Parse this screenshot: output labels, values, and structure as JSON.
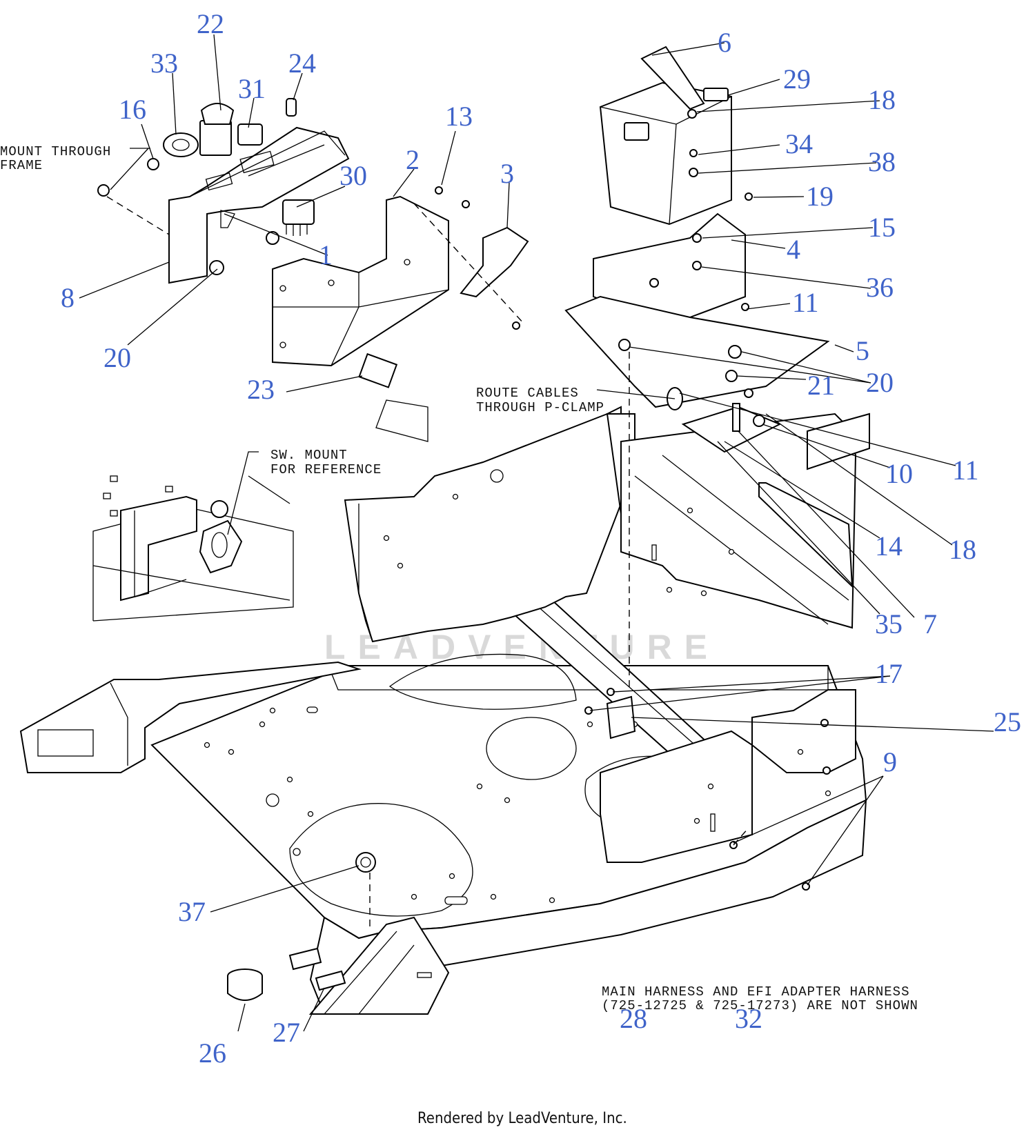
{
  "callouts": [
    {
      "id": "c22",
      "text": "22"
    },
    {
      "id": "c33",
      "text": "33"
    },
    {
      "id": "c24",
      "text": "24"
    },
    {
      "id": "c31",
      "text": "31"
    },
    {
      "id": "c16",
      "text": "16"
    },
    {
      "id": "c30",
      "text": "30"
    },
    {
      "id": "c2",
      "text": "2"
    },
    {
      "id": "c13",
      "text": "13"
    },
    {
      "id": "c3",
      "text": "3"
    },
    {
      "id": "c1",
      "text": "1"
    },
    {
      "id": "c8",
      "text": "8"
    },
    {
      "id": "c20a",
      "text": "20"
    },
    {
      "id": "c23",
      "text": "23"
    },
    {
      "id": "c6",
      "text": "6"
    },
    {
      "id": "c29",
      "text": "29"
    },
    {
      "id": "c18a",
      "text": "18"
    },
    {
      "id": "c34",
      "text": "34"
    },
    {
      "id": "c38",
      "text": "38"
    },
    {
      "id": "c19",
      "text": "19"
    },
    {
      "id": "c15",
      "text": "15"
    },
    {
      "id": "c4",
      "text": "4"
    },
    {
      "id": "c36",
      "text": "36"
    },
    {
      "id": "c11a",
      "text": "11"
    },
    {
      "id": "c5",
      "text": "5"
    },
    {
      "id": "c20b",
      "text": "20"
    },
    {
      "id": "c21",
      "text": "21"
    },
    {
      "id": "c11b",
      "text": "11"
    },
    {
      "id": "c10",
      "text": "10"
    },
    {
      "id": "c14",
      "text": "14"
    },
    {
      "id": "c18b",
      "text": "18"
    },
    {
      "id": "c35",
      "text": "35"
    },
    {
      "id": "c7",
      "text": "7"
    },
    {
      "id": "c17",
      "text": "17"
    },
    {
      "id": "c25",
      "text": "25"
    },
    {
      "id": "c9",
      "text": "9"
    },
    {
      "id": "c37",
      "text": "37"
    },
    {
      "id": "c28",
      "text": "28"
    },
    {
      "id": "c32",
      "text": "32"
    },
    {
      "id": "c26",
      "text": "26"
    },
    {
      "id": "c27",
      "text": "27"
    }
  ],
  "notes": {
    "mount_through_1": "MOUNT THROUGH",
    "mount_through_2": "FRAME",
    "route_cables_1": "ROUTE CABLES",
    "route_cables_2": "THROUGH P-CLAMP",
    "sw_mount_1": "SW. MOUNT",
    "sw_mount_2": "FOR REFERENCE",
    "harness_1": "MAIN HARNESS AND EFI ADAPTER HARNESS",
    "harness_2": "(725-12725 & 725-17273) ARE NOT SHOWN"
  },
  "watermark": "LEADVENTURE",
  "footer": "Rendered by LeadVenture, Inc."
}
